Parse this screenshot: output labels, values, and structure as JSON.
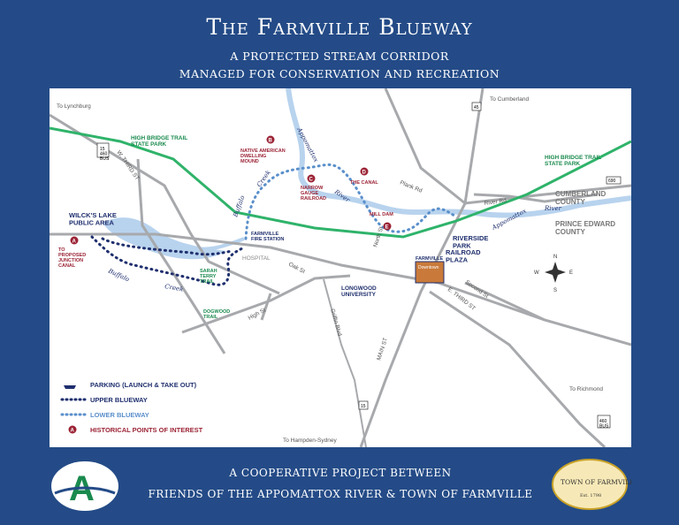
{
  "header": {
    "title": "The Farmville Blueway",
    "subtitle_line1": "A PROTECTED STREAM CORRIDOR",
    "subtitle_line2": "MANAGED FOR CONSERVATION AND RECREATION"
  },
  "map": {
    "roads": {
      "to_lynchburg": "To Lynchburg",
      "to_cumberland": "To Cumberland",
      "to_richmond": "To Richmond",
      "to_hampden_sydney": "To Hampden-Sydney",
      "w_third_st": "W. THIRD ST",
      "e_third_st": "E. THIRD ST",
      "high_st": "High St",
      "oak_st": "Oak St",
      "griffin_blvd": "Griffin Blvd",
      "main_st": "MAIN ST",
      "north_st": "North St",
      "second_st": "Second St",
      "plank_rd": "Plank Rd",
      "river_rd": "River Rd"
    },
    "route_shields": {
      "r15_460_bus": "15\n460\nBUS",
      "r45": "45",
      "r690": "690",
      "r15": "15",
      "r460": "460\nBUS"
    },
    "areas": {
      "high_bridge_trail_left": "HIGH BRIDGE TRAIL\nSTATE PARK",
      "high_bridge_trail_right": "HIGH BRIDGE TRAIL\nSTATE PARK",
      "cumberland_county": "CUMBERLAND\nCOUNTY",
      "prince_edward_county": "PRINCE EDWARD\nCOUNTY",
      "wilcks_lake": "WILCK'S LAKE\nPUBLIC AREA",
      "longwood": "LONGWOOD\nUNIVERSITY",
      "hospital": "HOSPITAL",
      "riverside_park": "RIVERSIDE\nPARK",
      "railroad_plaza": "RAILROAD\nPLAZA",
      "farmville_fire_station": "FARMVILLE\nFIRE STATION",
      "sarah_terry_trail": "SARAH\nTERRY\nTRAIL",
      "dogwood_trail": "DOGWOOD\nTRAIL",
      "farmville_downtown": "FARMVILLE",
      "downtown_sign": "Downtown"
    },
    "water": {
      "buffalo_creek_lower": "Buffalo",
      "creek_lower": "Creek",
      "buffalo_creek_upper": "Buffalo",
      "creek_upper": "Creek",
      "appomattox_upper": "Appomattox",
      "river_upper": "River",
      "appomattox_right": "Appomattox",
      "river_right": "River"
    },
    "points_of_interest": [
      {
        "letter": "A",
        "label": "TO\nPROPOSED\nJUNCTION\nCANAL"
      },
      {
        "letter": "B",
        "label": "NATIVE AMERICAN\nDWELLING\nMOUND"
      },
      {
        "letter": "C",
        "label": "NARROW\nGAUGE\nRAILROAD"
      },
      {
        "letter": "D",
        "label": "THE CANAL"
      },
      {
        "letter": "E",
        "label": "MILL DAM"
      }
    ],
    "compass": {
      "n": "N",
      "s": "S",
      "e": "E",
      "w": "W"
    }
  },
  "legend": {
    "parking": "PARKING (LAUNCH & TAKE OUT)",
    "upper": "UPPER BLUEWAY",
    "lower": "LOWER BLUEWAY",
    "historical": "HISTORICAL POINTS OF INTEREST",
    "historical_letter": "A"
  },
  "footer": {
    "line1": "A COOPERATIVE PROJECT BETWEEN",
    "line2": "FRIENDS OF THE APPOMATTOX RIVER & TOWN OF FARMVILLE",
    "town_seal_text": "TOWN OF FARMVILLE",
    "town_seal_est": "Est. 1798",
    "far_logo_letter": "A"
  },
  "colors": {
    "background": "#244b87",
    "upper_blueway": "#1f2f6e",
    "lower_blueway": "#5a8fcb",
    "trail_green": "#2fb36a",
    "road_gray": "#a7a9ac",
    "poi_red": "#9b2335",
    "river_blue": "#b8d3ee"
  }
}
